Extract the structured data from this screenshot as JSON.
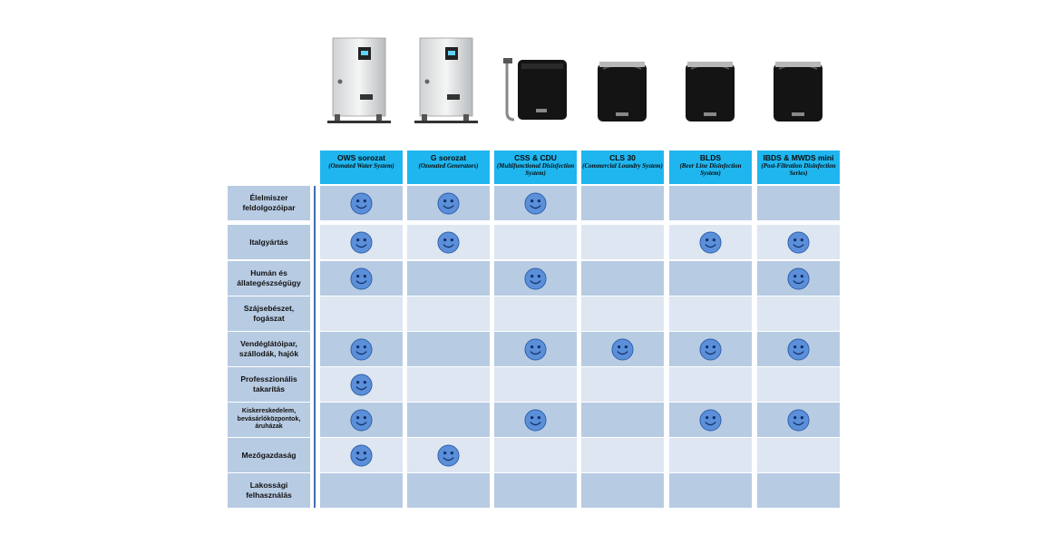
{
  "columns": [
    {
      "name": "OWS sorozat",
      "subtitle": "(Ozonated Water System)",
      "device": "tall-steel"
    },
    {
      "name": "G sorozat",
      "subtitle": "(Ozonated Generators)",
      "device": "tall-steel"
    },
    {
      "name": "CSS & CDU",
      "subtitle": "(Multifunctional Disinfection System)",
      "device": "black-faucet"
    },
    {
      "name": "CLS 30",
      "subtitle": "(Commercial Loundry System)",
      "device": "black-compact"
    },
    {
      "name": "BLDS",
      "subtitle": "(Beer Line Disinfection System)",
      "device": "black-compact"
    },
    {
      "name": "IBDS  & MWDS mini",
      "subtitle": "(Post-Filtration Disinfection Series)",
      "device": "black-compact"
    }
  ],
  "rows": [
    {
      "label": "Élelmiszer feldolgozóipar",
      "marks": [
        true,
        true,
        true,
        false,
        false,
        false
      ]
    },
    {
      "label": "Italgyártás",
      "marks": [
        true,
        true,
        false,
        false,
        true,
        true
      ]
    },
    {
      "label": "Humán és állategészségügy",
      "marks": [
        true,
        false,
        true,
        false,
        false,
        true
      ]
    },
    {
      "label": "Szájsebészet, fogászat",
      "marks": [
        false,
        false,
        false,
        false,
        false,
        false
      ]
    },
    {
      "label": "Vendéglátóipar, szállodák, hajók",
      "marks": [
        true,
        false,
        true,
        true,
        true,
        true
      ]
    },
    {
      "label": "Professzionális takarítás",
      "marks": [
        true,
        false,
        false,
        false,
        false,
        false
      ]
    },
    {
      "label": "Kiskereskedelem, bevásárlóközpontok, áruházak",
      "marks": [
        true,
        false,
        true,
        false,
        true,
        true
      ],
      "small": true
    },
    {
      "label": "Mezőgazdaság",
      "marks": [
        true,
        true,
        false,
        false,
        false,
        false
      ]
    },
    {
      "label": "Lakossági felhasználás",
      "marks": [
        false,
        false,
        false,
        false,
        false,
        false
      ]
    }
  ],
  "icons": {
    "mark": "smiley-icon"
  },
  "colors": {
    "header_bg": "#1fb6ef",
    "row_header_bg": "#b7cbe3",
    "cell_dark": "#b7cbe3",
    "cell_light": "#dde6f1",
    "smiley_fill": "#5b8fd9",
    "divider": "#3f6fb3"
  }
}
